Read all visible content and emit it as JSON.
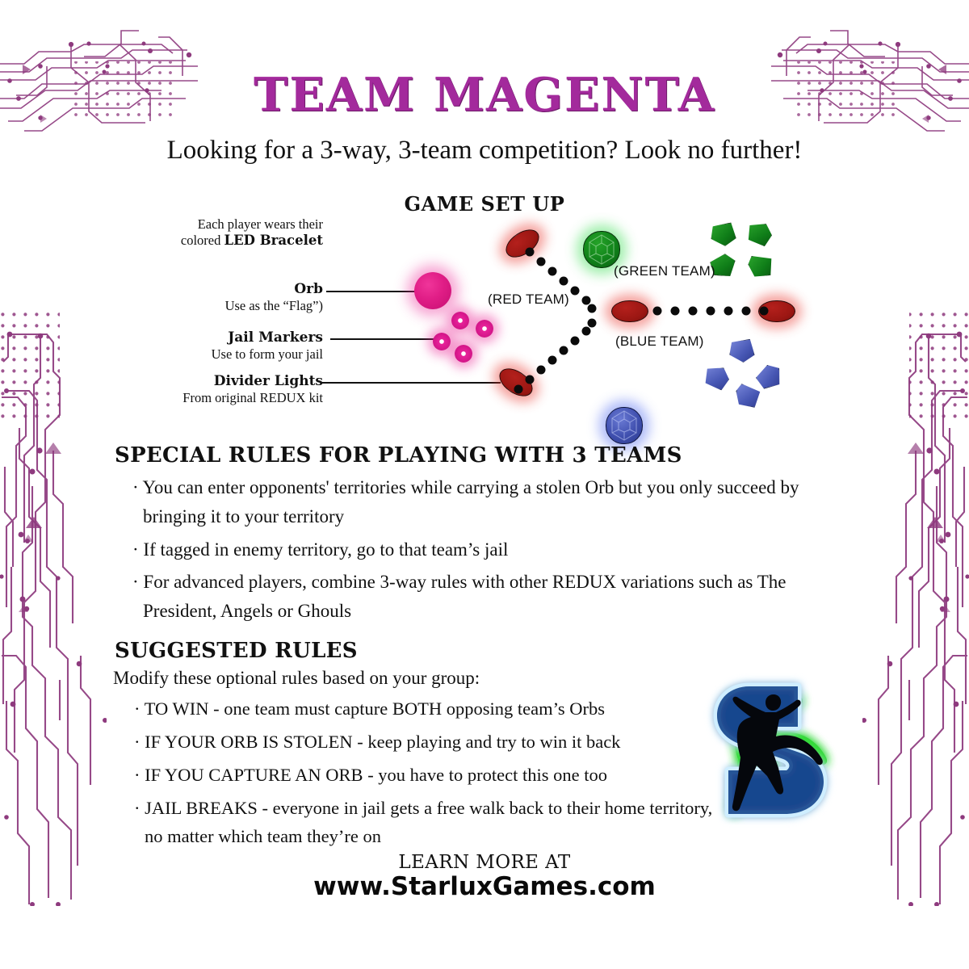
{
  "header": {
    "title": "TEAM MAGENTA",
    "subtitle": "Looking for a 3-way, 3-team competition?  Look no further!",
    "setup_heading": "GAME SET UP",
    "title_color": "#a32a9c"
  },
  "legend": {
    "bracelet": {
      "line1": "Each player wears their",
      "line2_prefix": "colored ",
      "line2_bold": "LED Bracelet"
    },
    "items": [
      {
        "name": "orb",
        "title": "Orb",
        "subtitle": "Use as the “Flag”)"
      },
      {
        "name": "jail-markers",
        "title": "Jail Markers",
        "subtitle": "Use to form your jail"
      },
      {
        "name": "divider-lights",
        "title": "Divider Lights",
        "subtitle": "From original REDUX kit"
      }
    ]
  },
  "diagram": {
    "team_labels": [
      {
        "key": "red",
        "text": "(RED TEAM)",
        "color": "#b4201c"
      },
      {
        "key": "green",
        "text": "(GREEN TEAM)",
        "color": "#10821a"
      },
      {
        "key": "blue",
        "text": "(BLUE TEAM)",
        "color": "#3f4fae"
      }
    ],
    "colors": {
      "orb_magenta": "#e01d86",
      "divider_red": "#9c1713",
      "green_gem": "#10821a",
      "blue_gem": "#3f4fae",
      "divider_dot": "#0b0b0b"
    }
  },
  "special_rules": {
    "heading": "SPECIAL RULES FOR PLAYING WITH 3 TEAMS",
    "items": [
      "· You can enter opponents' territories while carrying a stolen Orb but you only succeed by bringing it to your territory",
      "· If tagged in enemy territory, go to that team’s jail",
      "· For advanced players, combine 3-way rules with other REDUX variations such as The President, Angels or Ghouls"
    ]
  },
  "suggested_rules": {
    "heading": "SUGGESTED RULES",
    "intro": "Modify these optional rules based on your group:",
    "items": [
      "· TO WIN - one team must capture BOTH opposing team’s Orbs",
      "· IF YOUR ORB IS STOLEN - keep playing and try to win it back",
      "· IF YOU CAPTURE AN ORB - you have to protect this one too",
      "· JAIL BREAKS - everyone in jail gets a free walk  back to their home territory, no matter which team they’re on"
    ]
  },
  "footer": {
    "learn_more": "LEARN MORE AT",
    "url": "www.StarluxGames.com"
  },
  "decor": {
    "circuit_color": "#8e3a7e"
  }
}
